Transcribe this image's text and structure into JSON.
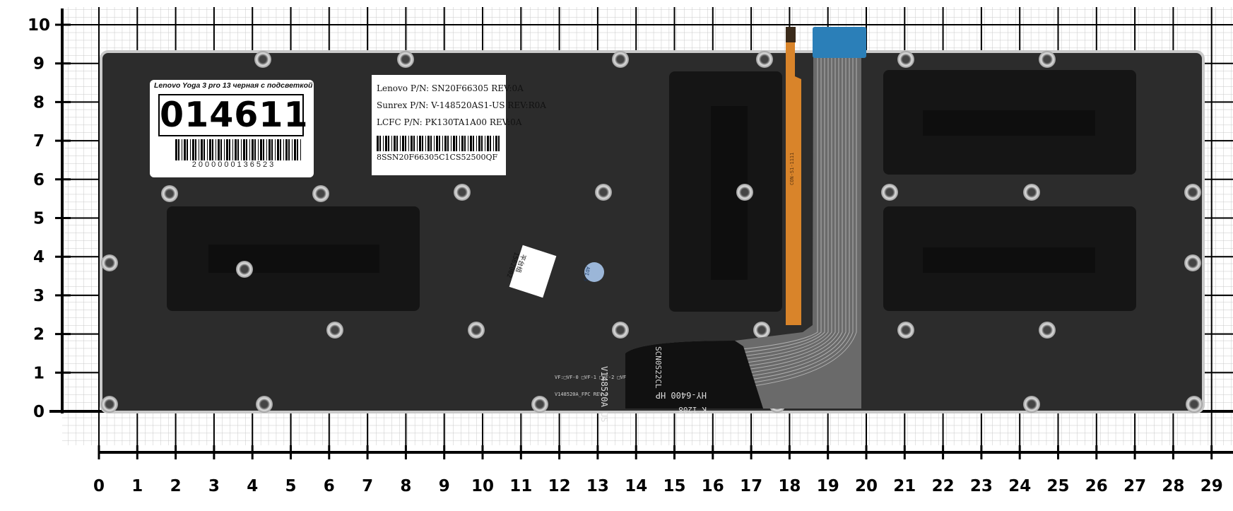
{
  "axes": {
    "y_ticks": [
      "0",
      "1",
      "2",
      "3",
      "4",
      "5",
      "6",
      "7",
      "8",
      "9",
      "10"
    ],
    "x_ticks": [
      "0",
      "1",
      "2",
      "3",
      "4",
      "5",
      "6",
      "7",
      "8",
      "9",
      "10",
      "11",
      "12",
      "13",
      "14",
      "15",
      "16",
      "17",
      "18",
      "19",
      "20",
      "21",
      "22",
      "23",
      "24",
      "25",
      "26",
      "27",
      "28",
      "29"
    ]
  },
  "sticker_id": {
    "description": "Lenovo Yoga 3 pro 13 черная с подсветкой",
    "code": "014611",
    "ean": "2000000136523"
  },
  "sticker_pn": {
    "lines": [
      "Lenovo P/N: SN20F66305  REV:0A",
      "Sunrex P/N: V-148520AS1-US  REV:R0A",
      "LCFC P/N: PK130TA1A00   REV:0A"
    ],
    "serial": "8SSN20F66305C1CS52500QF"
  },
  "board_labels": {
    "fpc_left": "V148520A  US",
    "fpc_code": "SCN0S22CL",
    "fpc_model": "HY-6400  HP",
    "fpc_date": "K 1208",
    "flex_code": "CON-S1-1111",
    "silk": "VF:□VF-0 □VF-1 □VF-2 □VF",
    "fpc_rev": "V148520A_FPC    REV:D",
    "small_sticker": "平台组\n1562002",
    "badge": "ADI 5"
  },
  "colors": {
    "plate": "#2c2c2c",
    "plate_edge": "#c9c9c9",
    "foam": "#151515",
    "flex_orange": "#d9842a",
    "flex_blue": "#2b7fb8"
  }
}
